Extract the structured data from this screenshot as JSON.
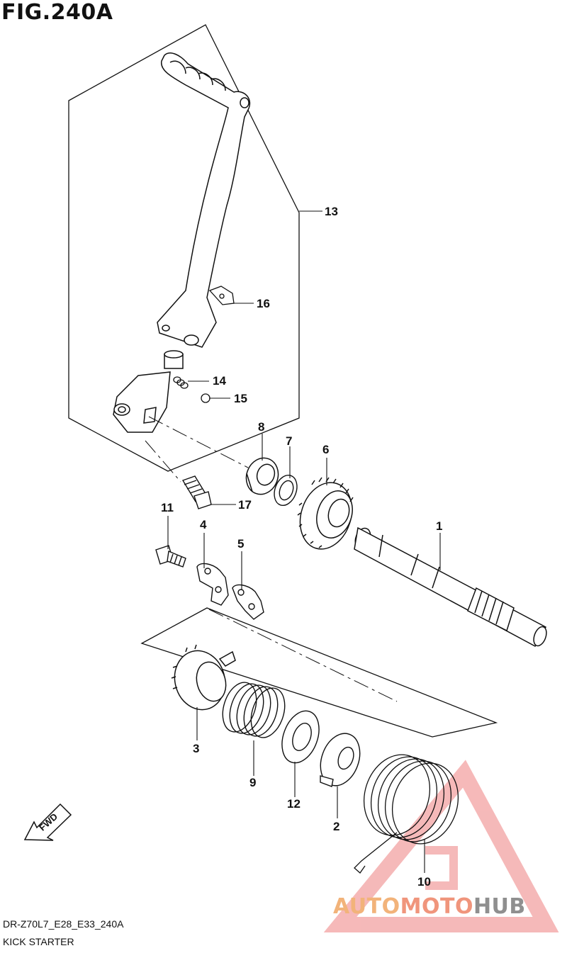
{
  "figure": {
    "title": "FIG.240A"
  },
  "callouts": [
    {
      "id": "1",
      "label": "1"
    },
    {
      "id": "2",
      "label": "2"
    },
    {
      "id": "3",
      "label": "3"
    },
    {
      "id": "4",
      "label": "4"
    },
    {
      "id": "5",
      "label": "5"
    },
    {
      "id": "6",
      "label": "6"
    },
    {
      "id": "7",
      "label": "7"
    },
    {
      "id": "8",
      "label": "8"
    },
    {
      "id": "9",
      "label": "9"
    },
    {
      "id": "10",
      "label": "10"
    },
    {
      "id": "11",
      "label": "11"
    },
    {
      "id": "12",
      "label": "12"
    },
    {
      "id": "13",
      "label": "13"
    },
    {
      "id": "14",
      "label": "14"
    },
    {
      "id": "15",
      "label": "15"
    },
    {
      "id": "16",
      "label": "16"
    },
    {
      "id": "17",
      "label": "17"
    }
  ],
  "fwd_label": "FWD",
  "footer": {
    "code": "DR-Z70L7_E28_E33_240A",
    "caption": "KICK STARTER"
  },
  "watermark": {
    "part1": "AUTO",
    "part2": "MOTO",
    "part3": "HUB",
    "colors": {
      "auto": "#f2b37a",
      "moto": "#f0957c",
      "hub": "#8f8f8f",
      "triangle": "#ee8080"
    }
  }
}
